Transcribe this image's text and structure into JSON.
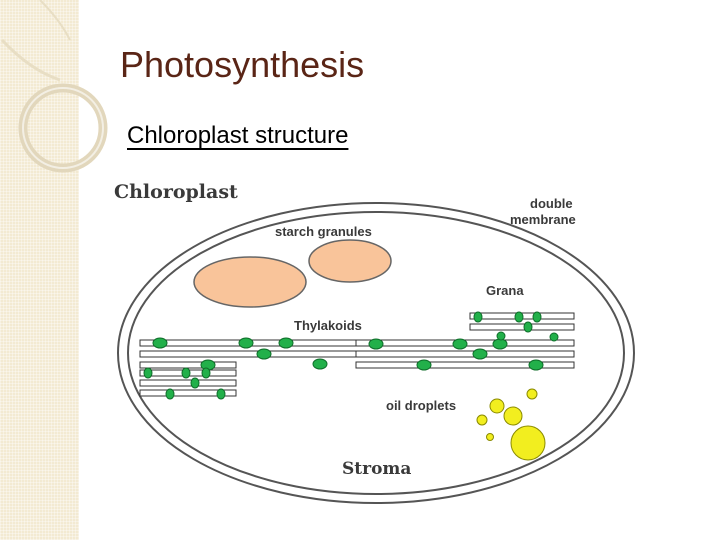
{
  "slide": {
    "title": "Photosynthesis",
    "subtitle": "Chloroplast structure"
  },
  "diagram": {
    "heading": "Chloroplast",
    "labels": {
      "double_membrane_line1": "double",
      "double_membrane_line2": "membrane",
      "starch_granules": "starch granules",
      "grana": "Grana",
      "thylakoids": "Thylakoids",
      "oil_droplets": "oil droplets",
      "stroma": "Stroma"
    }
  },
  "colors": {
    "title": "#5a2516",
    "starch_fill": "#f9c49a",
    "thylakoid_green": "#22b04a",
    "oil_yellow": "#f2ee1f",
    "panel": "#f3ead2"
  }
}
